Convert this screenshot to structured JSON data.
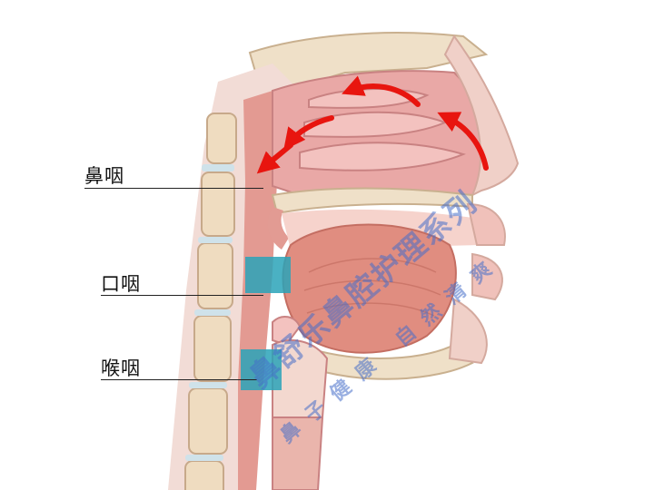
{
  "labels": {
    "nasopharynx": "鼻咽",
    "oropharynx": "口咽",
    "laryngopharynx": "喉咽"
  },
  "watermark": {
    "main": "鼻舒乐鼻腔护理系列",
    "sub": "鼻子健康 自然清爽"
  },
  "colors": {
    "highlight_band": "#2aa3b8",
    "airflow_arrow": "#e8150f",
    "watermark": "#466ec8"
  }
}
